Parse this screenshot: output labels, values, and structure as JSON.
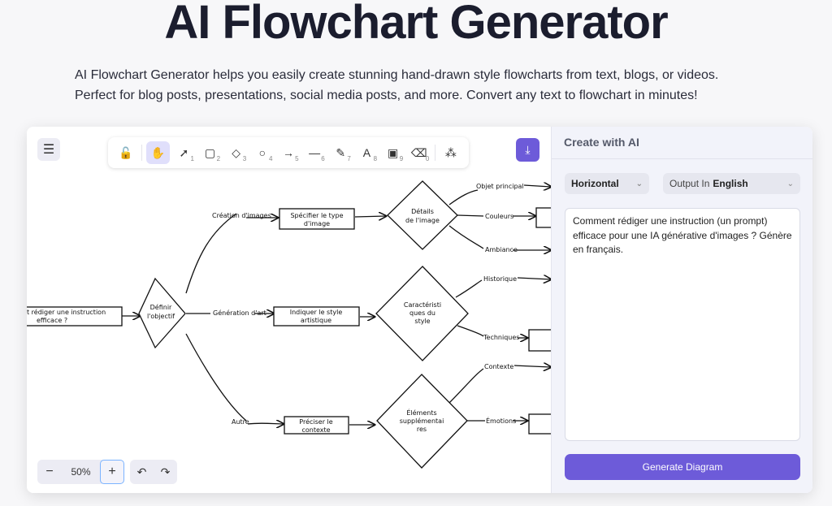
{
  "hero": {
    "title": "AI Flowchart Generator",
    "description_line1": "AI Flowchart Generator helps you easily create stunning hand-drawn style flowcharts from text, blogs, or videos.",
    "description_line2": "Perfect for blog posts, presentations, social media posts, and more. Convert any text to flowchart in minutes!"
  },
  "toolbar": {
    "tools": [
      {
        "icon": "lock-icon",
        "glyph": "🔓",
        "key": ""
      },
      {
        "icon": "hand-icon",
        "glyph": "✋",
        "key": ""
      },
      {
        "icon": "pointer-icon",
        "glyph": "➚",
        "key": "1"
      },
      {
        "icon": "rectangle-icon",
        "glyph": "▢",
        "key": "2"
      },
      {
        "icon": "diamond-icon",
        "glyph": "◇",
        "key": "3"
      },
      {
        "icon": "ellipse-icon",
        "glyph": "○",
        "key": "4"
      },
      {
        "icon": "arrow-icon",
        "glyph": "→",
        "key": "5"
      },
      {
        "icon": "line-icon",
        "glyph": "—",
        "key": "6"
      },
      {
        "icon": "pencil-icon",
        "glyph": "✎",
        "key": "7"
      },
      {
        "icon": "text-icon",
        "glyph": "A",
        "key": "8"
      },
      {
        "icon": "image-icon",
        "glyph": "▣",
        "key": "9"
      },
      {
        "icon": "eraser-icon",
        "glyph": "⌫",
        "key": "0"
      },
      {
        "icon": "library-icon",
        "glyph": "⁂",
        "key": ""
      }
    ],
    "active_tool": "hand-icon"
  },
  "zoom": {
    "value": "50%",
    "minus": "−",
    "plus": "+"
  },
  "history": {
    "undo": "↶",
    "redo": "↷"
  },
  "panel": {
    "title": "Create with AI",
    "direction": "Horizontal",
    "output_label": "Output In",
    "output_language": "English",
    "prompt": "Comment rédiger une instruction (un prompt) efficace pour une IA générative d'images ? Génère en français.",
    "generate_label": "Generate Diagram"
  },
  "diagram": {
    "start": [
      "t rédiger une instruction",
      "efficace ?"
    ],
    "decision": [
      "Définir",
      "l'objectif"
    ],
    "branch1_label": "Création d'images",
    "branch2_label": "Génération d'art",
    "branch3_label": "Autre",
    "box1": [
      "Spécifier le type",
      "d'image"
    ],
    "box2": [
      "Indiquer le style",
      "artistique"
    ],
    "box3": [
      "Préciser le",
      "contexte"
    ],
    "d1": [
      "Détails",
      "de l'image"
    ],
    "d2": [
      "Caractéristi",
      "ques du",
      "style"
    ],
    "d3": [
      "Éléments",
      "supplémentai",
      "res"
    ],
    "d1_outputs": [
      "Objet principal",
      "Couleurs",
      "Ambiance"
    ],
    "d2_outputs": [
      "Historique",
      "Techniques"
    ],
    "d3_outputs": [
      "Contexte",
      "Émotions"
    ]
  }
}
